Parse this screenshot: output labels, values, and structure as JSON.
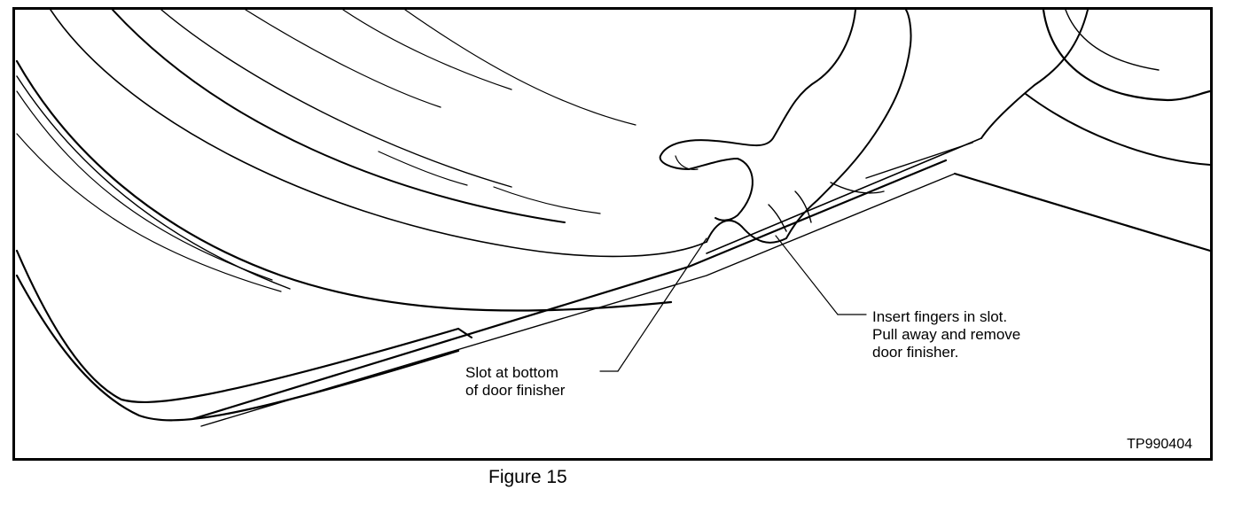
{
  "figure": {
    "caption": "Figure 15",
    "code": "TP990404",
    "callouts": {
      "slot": "Slot at bottom\nof door finisher",
      "fingers": "Insert fingers in slot.\nPull away and remove\ndoor finisher."
    }
  }
}
